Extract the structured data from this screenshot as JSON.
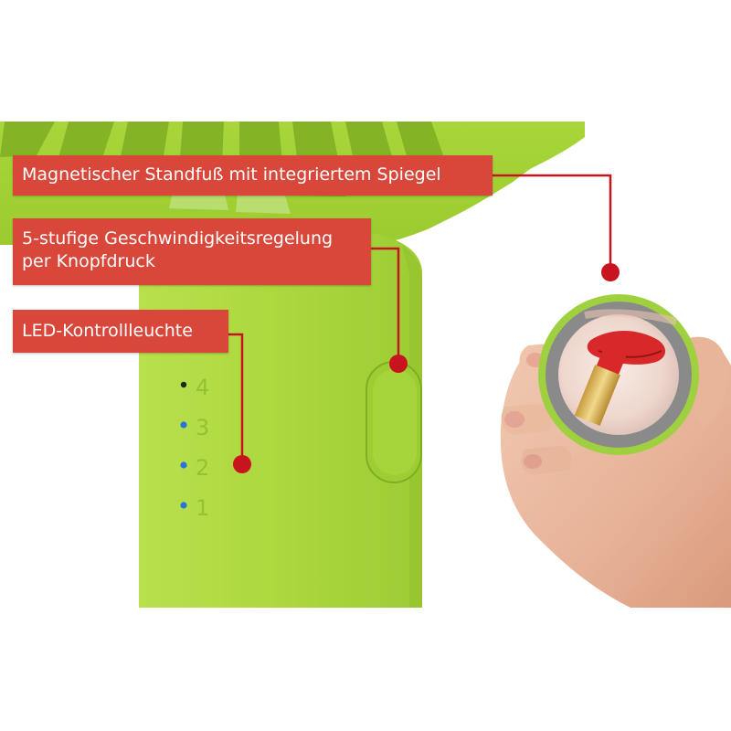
{
  "callouts": {
    "stand": {
      "text": "Magnetischer Standfuß mit integriertem Spiegel"
    },
    "speed": {
      "line1": "5-stufige Geschwindigkeitsregelung",
      "line2": "per Knopfdruck"
    },
    "led": {
      "text": "LED-Kontrollleuchte"
    }
  },
  "speed_levels": [
    "4",
    "3",
    "2",
    "1"
  ],
  "colors": {
    "fan_green": "#a8d63a",
    "fan_green_dark": "#86b826",
    "callout_red": "#d9473a",
    "pointer_red": "#c8141e",
    "led_blue": "#2a73d8",
    "mirror_ring": "#8a8a8a",
    "lipstick_red": "#d8282a",
    "lipstick_gold": "#e0b85a"
  }
}
